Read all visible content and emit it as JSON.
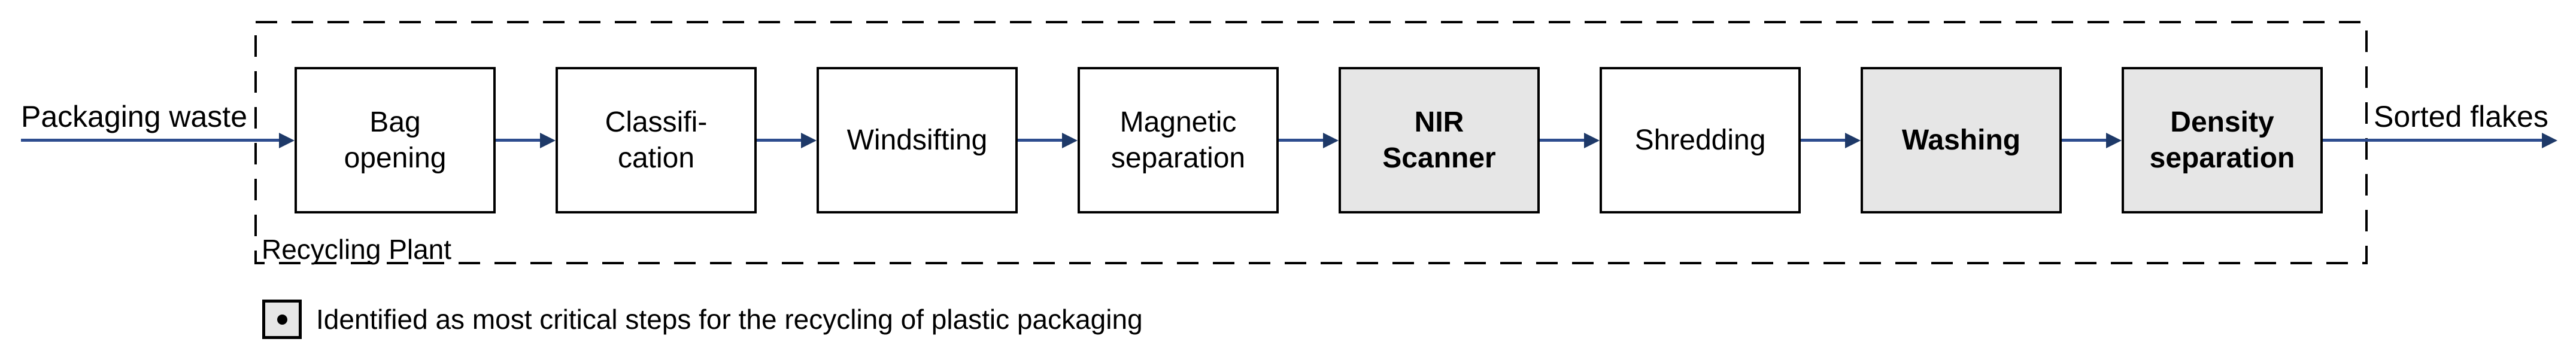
{
  "diagram": {
    "input_label": "Packaging waste",
    "output_label": "Sorted flakes",
    "container_label": "Recycling Plant",
    "steps": [
      {
        "label": "Bag\nopening",
        "critical": false
      },
      {
        "label": "Classifi-\ncation",
        "critical": false
      },
      {
        "label": "Windsifting",
        "critical": false
      },
      {
        "label": "Magnetic\nseparation",
        "critical": false
      },
      {
        "label": "NIR\nScanner",
        "critical": true
      },
      {
        "label": "Shredding",
        "critical": false
      },
      {
        "label": "Washing",
        "critical": true
      },
      {
        "label": "Density\nseparation",
        "critical": true
      }
    ],
    "colors": {
      "critical_fill": "#e6e6e6",
      "normal_fill": "#ffffff",
      "arrow_line": "#2e4d8f",
      "arrow_head": "#1e3968",
      "border": "#000000"
    }
  },
  "legend": {
    "marker_icon": "dot-icon",
    "text": "Identified as most critical steps for the recycling of plastic packaging"
  }
}
